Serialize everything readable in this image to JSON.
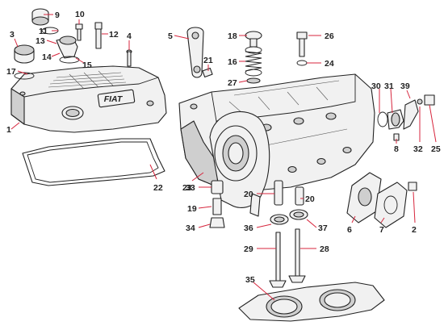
{
  "logo": {
    "text": "FIAT"
  },
  "callouts": [
    {
      "id": "c9",
      "label": "9"
    },
    {
      "id": "c10",
      "label": "10"
    },
    {
      "id": "c11",
      "label": "11"
    },
    {
      "id": "c12",
      "label": "12"
    },
    {
      "id": "c3",
      "label": "3"
    },
    {
      "id": "c13",
      "label": "13"
    },
    {
      "id": "c4",
      "label": "4"
    },
    {
      "id": "c14",
      "label": "14"
    },
    {
      "id": "c15",
      "label": "15"
    },
    {
      "id": "c17",
      "label": "17"
    },
    {
      "id": "c1",
      "label": "1"
    },
    {
      "id": "c5",
      "label": "5"
    },
    {
      "id": "c18",
      "label": "18"
    },
    {
      "id": "c16",
      "label": "16"
    },
    {
      "id": "c21",
      "label": "21"
    },
    {
      "id": "c27",
      "label": "27"
    },
    {
      "id": "c26",
      "label": "26"
    },
    {
      "id": "c24",
      "label": "24"
    },
    {
      "id": "c30",
      "label": "30"
    },
    {
      "id": "c31",
      "label": "31"
    },
    {
      "id": "c39",
      "label": "39"
    },
    {
      "id": "c8",
      "label": "8"
    },
    {
      "id": "c32",
      "label": "32"
    },
    {
      "id": "c25",
      "label": "25"
    },
    {
      "id": "c22",
      "label": "22"
    },
    {
      "id": "c23",
      "label": "23"
    },
    {
      "id": "c33",
      "label": "33"
    },
    {
      "id": "c19",
      "label": "19"
    },
    {
      "id": "c34",
      "label": "34"
    },
    {
      "id": "c20a",
      "label": "20"
    },
    {
      "id": "c20b",
      "label": "20"
    },
    {
      "id": "c36",
      "label": "36"
    },
    {
      "id": "c37",
      "label": "37"
    },
    {
      "id": "c6",
      "label": "6"
    },
    {
      "id": "c7",
      "label": "7"
    },
    {
      "id": "c2",
      "label": "2"
    },
    {
      "id": "c29",
      "label": "29"
    },
    {
      "id": "c28",
      "label": "28"
    },
    {
      "id": "c35",
      "label": "35"
    }
  ]
}
